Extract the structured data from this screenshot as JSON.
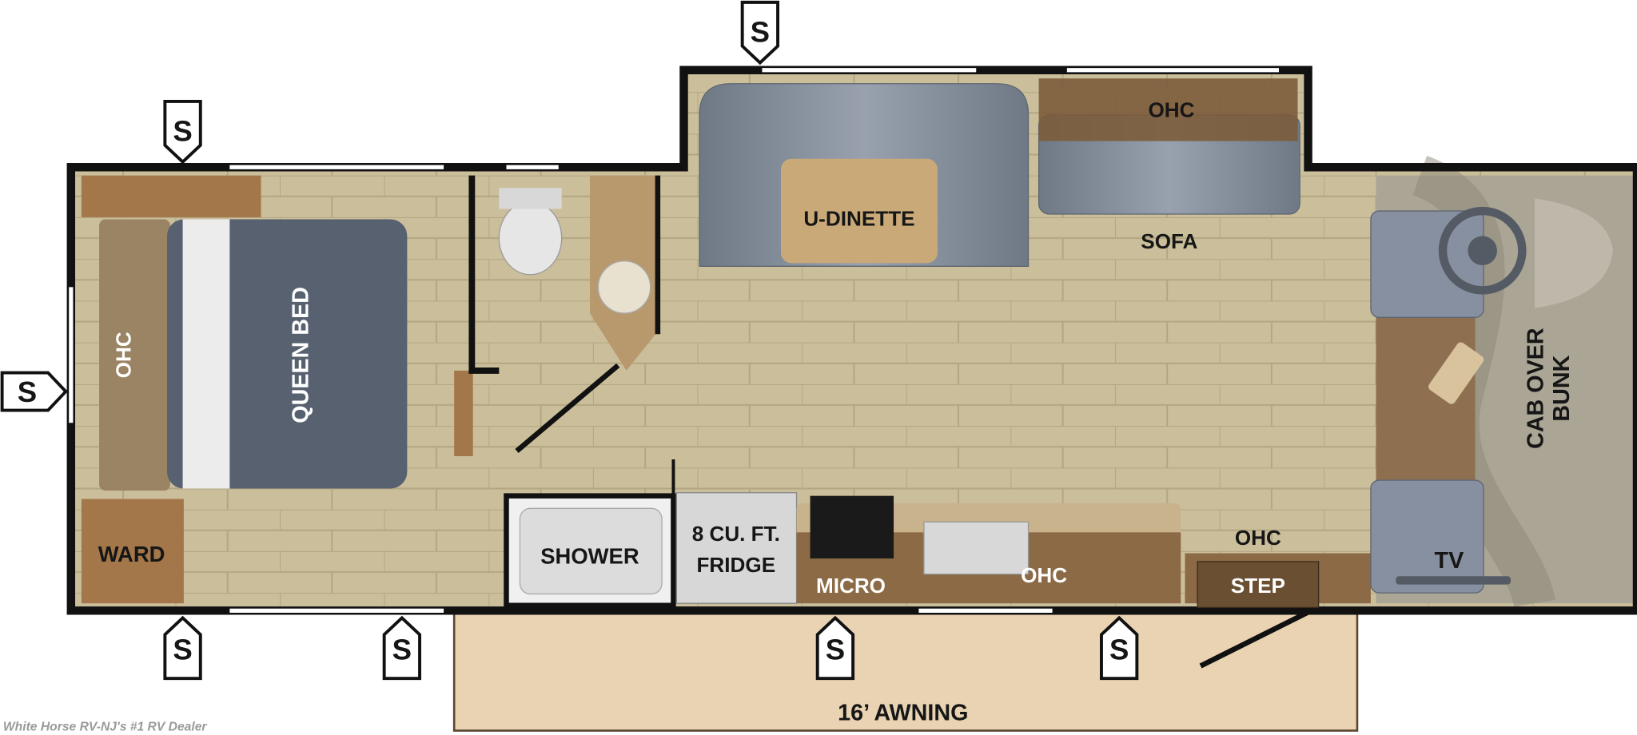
{
  "watermark": "White Horse RV-NJ's #1 RV Dealer",
  "marker_letter": "S",
  "labels": {
    "queen_bed": "QUEEN BED",
    "ohc_bed": "OHC",
    "ward": "WARD",
    "u_dinette": "U-DINETTE",
    "ohc_slide": "OHC",
    "sofa": "SOFA",
    "shower": "SHOWER",
    "fridge_line1": "8 CU. FT.",
    "fridge_line2": "FRIDGE",
    "micro": "MICRO",
    "ohc_kitchen": "OHC",
    "ohc_entry": "OHC",
    "step": "STEP",
    "tv": "TV",
    "cab_line1": "CAB OVER",
    "cab_line2": "BUNK",
    "awning": "16’ AWNING"
  },
  "colors": {
    "floor": "#cbbf9b",
    "wall": "#111111",
    "wood": "#8b6a45",
    "upholstery": "#7f8894",
    "bed": "#57616f",
    "cab": "#aaa595",
    "awning": "#e9d3b3"
  }
}
